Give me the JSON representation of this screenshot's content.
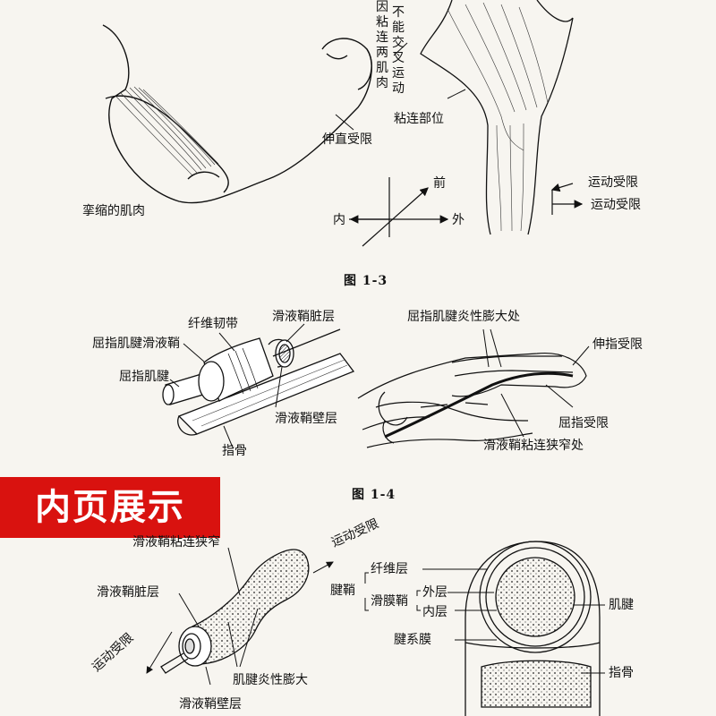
{
  "fig13": {
    "caption": "图 1-3",
    "contracted_muscle": "挛缩的肌肉",
    "extension_limited": "伸直受限",
    "vertical_col1": "因粘连两肌肉",
    "vertical_col2": "不能交叉运动",
    "adhesion_site": "粘连部位",
    "front": "前",
    "inner": "内",
    "outer": "外",
    "motion_limited_1": "运动受限",
    "motion_limited_2": "运动受限"
  },
  "fig14": {
    "caption": "图 1-4",
    "fibrous_sheath": "纤维韧带",
    "visceral_layer": "滑液鞘脏层",
    "flexor_tendon_sheath": "屈指肌腱滑液鞘",
    "flexor_tendon": "屈指肌腱",
    "parietal_layer": "滑液鞘壁层",
    "phalanx": "指骨",
    "inflammatory_swelling": "屈指肌腱炎性膨大处",
    "finger_extension_limited": "伸指受限",
    "finger_flexion_limited": "屈指受限",
    "adhesion_stenosis": "滑液鞘粘连狭窄处"
  },
  "banner": {
    "text": "内页展示"
  },
  "fig15": {
    "top_cut_label": "滑液鞘粘连狭窄",
    "motion_limited_top": "运动受限",
    "visceral_layer": "滑液鞘脏层",
    "motion_limited_bottom": "运动受限",
    "parietal_layer": "滑液鞘壁层",
    "swelling": "肌腱炎性膨大",
    "tendon_sheath": "腱鞘",
    "fibrous_layer": "纤维层",
    "synovial_sheath": "滑膜鞘",
    "outer_layer": "外层",
    "inner_layer": "内层",
    "tendon": "肌腱",
    "mesotendon": "腱系膜",
    "phalanx": "指骨"
  }
}
